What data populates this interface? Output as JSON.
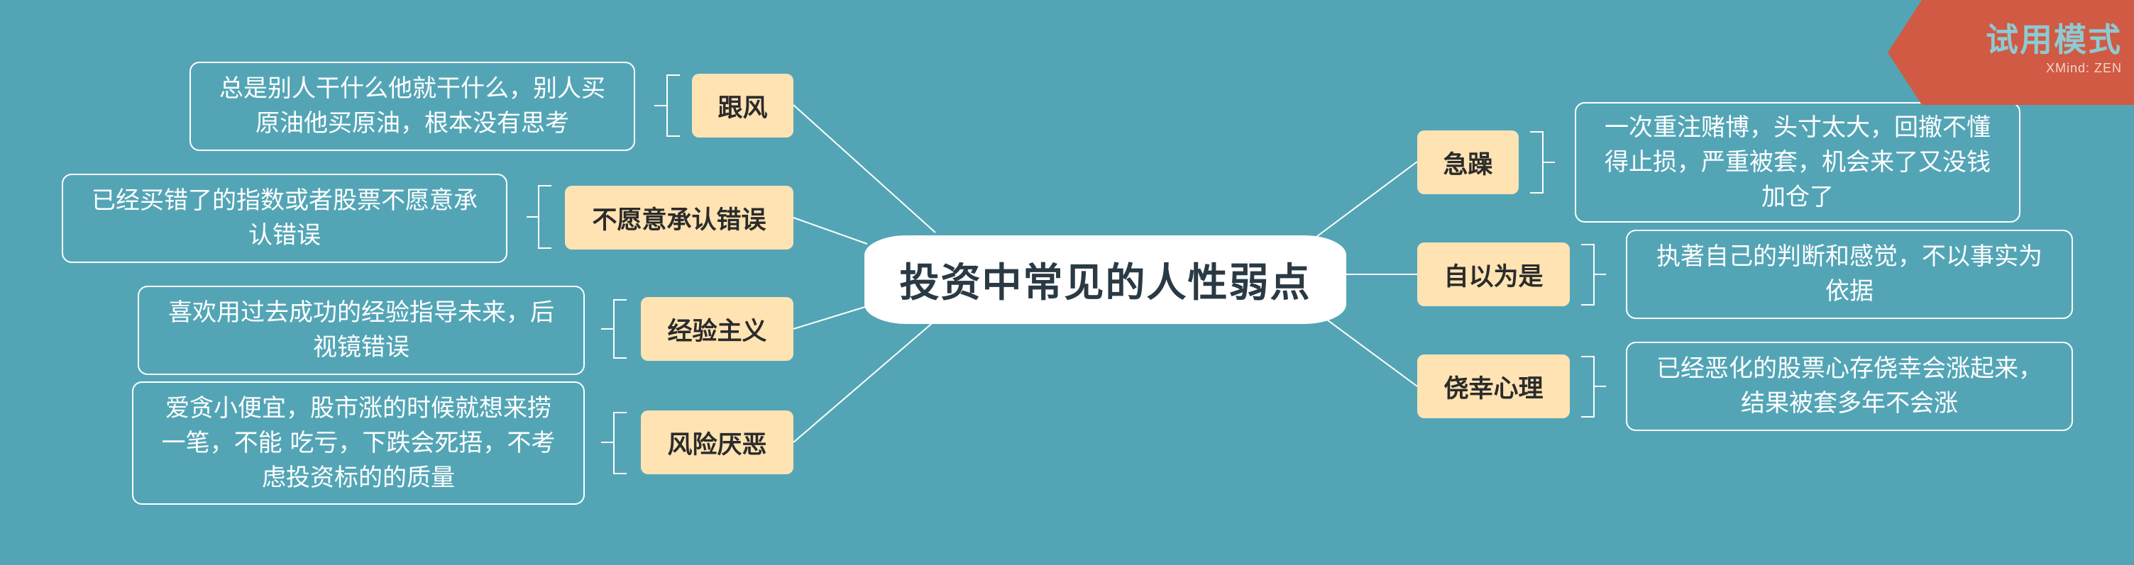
{
  "central": "投资中常见的人性弱点",
  "left_topics": [
    {
      "label": "跟风",
      "note": [
        "总是别人干什么他就干什么，别人买",
        "原油他买原油，根本没有思考"
      ]
    },
    {
      "label": "不愿意承认错误",
      "note": [
        "已经买错了的指数或者股票不愿意承",
        "认错误"
      ]
    },
    {
      "label": "经验主义",
      "note": [
        "喜欢用过去成功的经验指导未来，后",
        "视镜错误"
      ]
    },
    {
      "label": "风险厌恶",
      "note": [
        "爱贪小便宜，股市涨的时候就想来捞",
        "一笔，不能 吃亏，下跌会死捂，不考",
        "虑投资标的的质量"
      ]
    }
  ],
  "right_topics": [
    {
      "label": "急躁",
      "note": [
        "一次重注赌博，头寸太大，回撤不懂",
        "得止损，严重被套，机会来了又没钱",
        "加仓了"
      ]
    },
    {
      "label": "自以为是",
      "note": [
        "执著自己的判断和感觉，不以事实为",
        "依据"
      ]
    },
    {
      "label": "侥幸心理",
      "note": [
        "已经恶化的股票心存侥幸会涨起来，",
        "结果被套多年不会涨"
      ]
    }
  ],
  "watermark": {
    "title": "试用模式",
    "subtitle": "XMind: ZEN"
  },
  "colors": {
    "background": "#53a5b6",
    "topic_fill": "#ffe3b3",
    "watermark": "#d05a43",
    "line": "#ffffff"
  }
}
